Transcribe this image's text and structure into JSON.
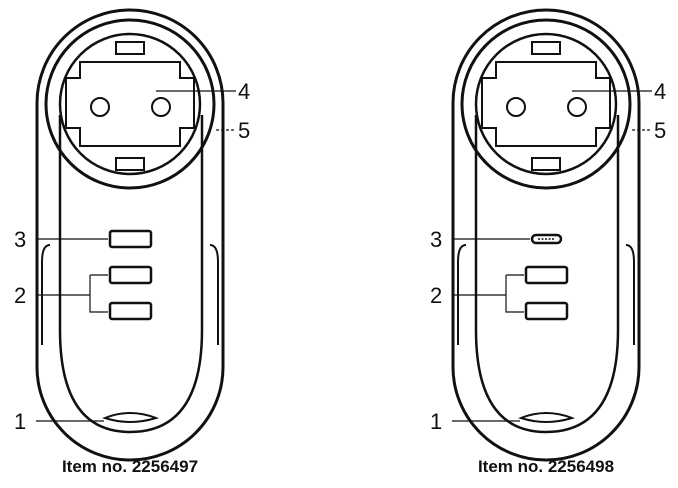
{
  "devices": [
    {
      "caption": "Item no. 2256497",
      "callouts": {
        "c1": "1",
        "c2": "2",
        "c3": "3",
        "c4": "4",
        "c5": "5"
      },
      "top_port": "usb-a"
    },
    {
      "caption": "Item no. 2256498",
      "callouts": {
        "c1": "1",
        "c2": "2",
        "c3": "3",
        "c4": "4",
        "c5": "5"
      },
      "top_port": "usb-c"
    }
  ],
  "colors": {
    "ink": "#111111",
    "background": "#ffffff"
  }
}
